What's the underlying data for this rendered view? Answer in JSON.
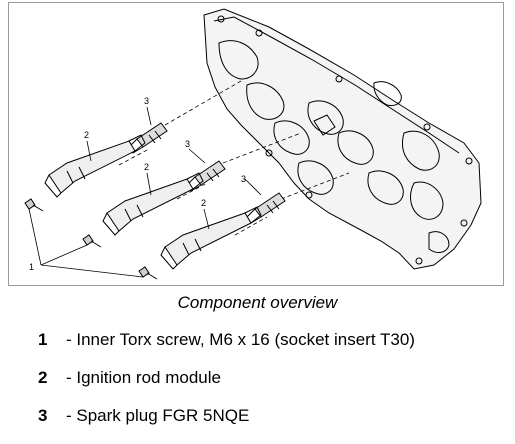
{
  "figure": {
    "callouts": {
      "screw": "1",
      "ignition_rod_1": "2",
      "ignition_rod_2": "2",
      "ignition_rod_3": "2",
      "spark_plug_1": "3",
      "spark_plug_2": "3",
      "spark_plug_3": "3"
    }
  },
  "caption": "Component overview",
  "legend": [
    {
      "num": "1",
      "text": "- Inner Torx screw, M6 x 16 (socket insert T30)"
    },
    {
      "num": "2",
      "text": "- Ignition rod module"
    },
    {
      "num": "3",
      "text": "- Spark plug FGR 5NQE"
    }
  ]
}
